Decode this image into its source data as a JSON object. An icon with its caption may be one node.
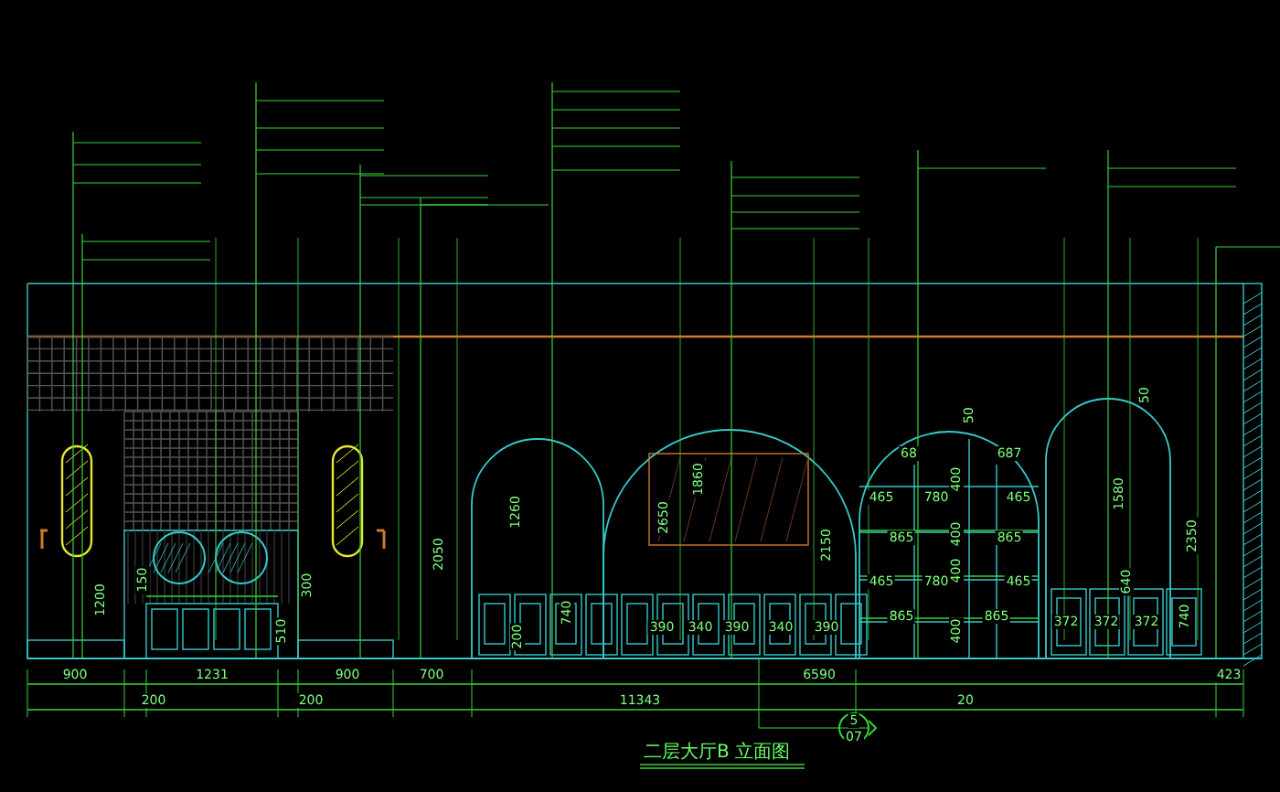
{
  "diagram": {
    "title": "二层大厅B 立面图",
    "labels": [
      "1200",
      "150",
      "300",
      "510",
      "2050",
      "1260",
      "740",
      "200",
      "2650",
      "1860",
      "390",
      "340",
      "390",
      "340",
      "390",
      "2150",
      "50",
      "68",
      "687",
      "465",
      "780",
      "465",
      "865",
      "865",
      "465",
      "780",
      "465",
      "865",
      "865",
      "400",
      "400",
      "400",
      "400",
      "50",
      "1580",
      "640",
      "372",
      "372",
      "372",
      "2350",
      "740",
      "900",
      "1231",
      "900",
      "700",
      "6590",
      "423",
      "200",
      "200",
      "11343",
      "20",
      "5",
      "07"
    ]
  }
}
